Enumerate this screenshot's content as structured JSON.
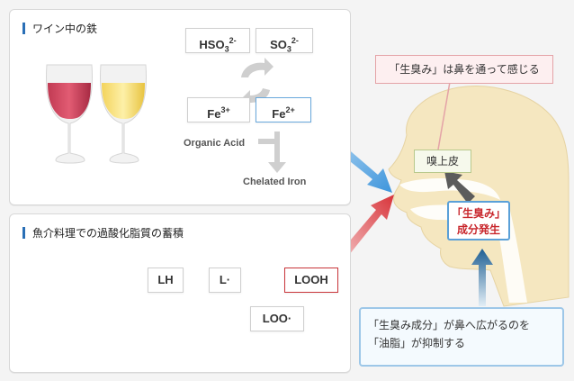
{
  "panels": {
    "wine": {
      "title": "ワイン中の鉄",
      "boxes": {
        "hso3": "HSO",
        "so3": "SO",
        "fe3": "Fe",
        "fe2": "Fe"
      },
      "organic_acid": "Organic Acid",
      "chelated_iron": "Chelated Iron"
    },
    "seafood": {
      "title": "魚介料理での過酸化脂質の蓄積",
      "boxes": {
        "lh": "LH",
        "l": "L·",
        "looh": "LOOH",
        "loo": "LOO·"
      }
    }
  },
  "head": {
    "callout_top": "「生臭み」は鼻を通って感じる",
    "nose_skin": "嗅上皮",
    "odor_line1": "「生臭み」",
    "odor_line2": "成分発生",
    "bottom_line1": "「生臭み成分」が鼻へ広がるのを",
    "bottom_line2": "「油脂」が抑制する"
  },
  "colors": {
    "title_bar": "#2a6fb6",
    "blue_accent": "#5aa0d8",
    "red_accent": "#c9353a",
    "head_skin": "#f5e7c0"
  }
}
